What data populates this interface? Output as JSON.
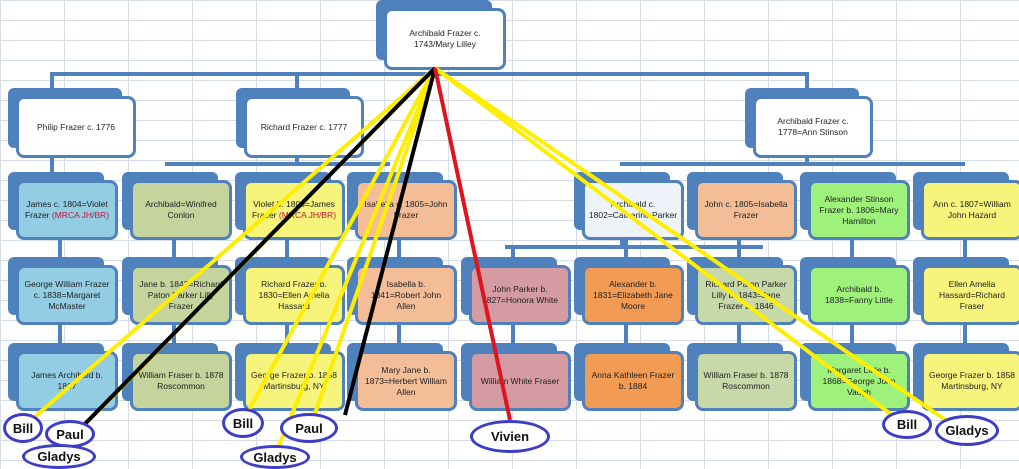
{
  "nodes": [
    {
      "id": "root",
      "label": "Archibald Frazer c. 1743/Mary Lilley",
      "color": "#ffffff"
    },
    {
      "id": "philip",
      "label": "Philip Frazer c. 1776",
      "color": "#ffffff"
    },
    {
      "id": "richard",
      "label": "Richard Frazer c. 1777",
      "color": "#ffffff"
    },
    {
      "id": "archibald1778",
      "label": "Archibald Frazer c. 1778=Ann Stinson",
      "color": "#ffffff"
    },
    {
      "id": "james1804",
      "label": "James c. 1804=Violet Frazer",
      "note": "(MRCA JH/BR)",
      "color": "#93cde3"
    },
    {
      "id": "archwinifred",
      "label": "Archibald=Winifred Conlon",
      "color": "#c5d39d"
    },
    {
      "id": "violet",
      "label": "Violet b. 1803=James Frazer",
      "note": "(MRCA JH/BR)",
      "color": "#f6f47a"
    },
    {
      "id": "isabella1805",
      "label": "Isabella c. 1805=John Frazer",
      "color": "#f3bd98"
    },
    {
      "id": "arch1802",
      "label": "Archibald c. 1802=Catherine Parker",
      "color": "#eef3fa"
    },
    {
      "id": "john1805",
      "label": "John c. 1805=Isabella Frazer",
      "color": "#f3bd98"
    },
    {
      "id": "alexstinson",
      "label": "Alexander Stinson Frazer b. 1806=Mary Hamilton",
      "color": "#9ef27c"
    },
    {
      "id": "ann1807",
      "label": "Ann c. 1807=William John Hazard",
      "color": "#f6f47a"
    },
    {
      "id": "georgewilliam",
      "label": "George William Frazer c. 1838=Margaret McMaster",
      "color": "#93cde3"
    },
    {
      "id": "jane",
      "label": "Jane b. 1843=Richard Paton Parker Lilly Frazer",
      "color": "#c5d39d"
    },
    {
      "id": "richard1830",
      "label": "Richard Frazer b. 1830=Ellen Amelia Hassard",
      "color": "#f6f47a"
    },
    {
      "id": "isabella1841",
      "label": "Isabella b. 1841=Robert John Allen",
      "color": "#f3bd98"
    },
    {
      "id": "johnparker",
      "label": "John Parker b. 1827=Honora White",
      "color": "#d59ba2"
    },
    {
      "id": "alexander1831",
      "label": "Alexander b. 1831=Elizabeth Jane Moore",
      "color": "#f19b55"
    },
    {
      "id": "richardpaton",
      "label": "Richard Paton Parker Lilly b. 1843=Jane Frazer b. 1846",
      "color": "#c7d8a9"
    },
    {
      "id": "archibald1838",
      "label": "Archibald b. 1838=Fanny Little",
      "color": "#9ef27c"
    },
    {
      "id": "ellenamelia",
      "label": "Ellen Amelia Hassard=Richard Fraser",
      "color": "#f6f47a"
    },
    {
      "id": "jamesarch",
      "label": "James Archibald b. 1867",
      "color": "#93cde3"
    },
    {
      "id": "william1878a",
      "label": "William Fraser b. 1878 Roscommon",
      "color": "#c5d39d"
    },
    {
      "id": "george1858a",
      "label": "George Frazer b. 1858 Martinsburg, NY",
      "color": "#f6f47a"
    },
    {
      "id": "maryjane",
      "label": "Mary Jane b. 1873=Herbert William Allen",
      "color": "#f3bd98"
    },
    {
      "id": "williamwhite",
      "label": "William White Fraser",
      "color": "#d59ba2"
    },
    {
      "id": "annakathleen",
      "label": "Anna Kathleen Frazer b. 1884",
      "color": "#f19b55"
    },
    {
      "id": "william1878b",
      "label": "William Fraser b. 1878 Roscommon",
      "color": "#c7d8a9"
    },
    {
      "id": "margaret",
      "label": "Margaret Little b. 1868=George John Vaugh",
      "color": "#9ef27c"
    },
    {
      "id": "george1858b",
      "label": "George Frazer b. 1858 Martinsburg, NY",
      "color": "#f6f47a"
    }
  ],
  "tags": [
    {
      "id": "bill1",
      "label": "Bill"
    },
    {
      "id": "paul1",
      "label": "Paul"
    },
    {
      "id": "gladys1",
      "label": "Gladys"
    },
    {
      "id": "bill2",
      "label": "Bill"
    },
    {
      "id": "paul2",
      "label": "Paul"
    },
    {
      "id": "gladys2",
      "label": "Gladys"
    },
    {
      "id": "vivien",
      "label": "Vivien"
    },
    {
      "id": "bill3",
      "label": "Bill"
    },
    {
      "id": "gladys3",
      "label": "Gladys"
    }
  ],
  "line_colors": {
    "yellow": "#ffee00",
    "black": "#000000",
    "red": "#e0141e"
  }
}
